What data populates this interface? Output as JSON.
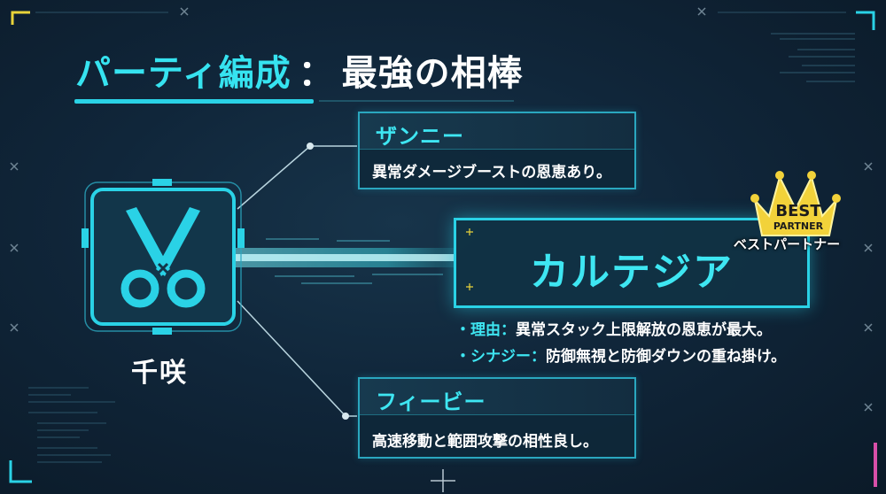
{
  "title": {
    "highlight": "パーティ編成",
    "separator": "：",
    "rest": "最強の相棒"
  },
  "character": {
    "name": "千咲",
    "icon": "scissors-icon"
  },
  "partners": [
    {
      "name": "ザンニー",
      "description": "異常ダメージブーストの恩恵あり。"
    },
    {
      "name": "フィービー",
      "description": "高速移動と範囲攻撃の相性良し。"
    }
  ],
  "best_partner": {
    "name": "カルテジア",
    "badge_line1": "BEST",
    "badge_line2": "PARTNER",
    "badge_jp": "ベストパートナー",
    "reason_key": "・理由：",
    "reason_text": "異常スタック上限解放の恩恵が最大。",
    "synergy_key": "・シナジー：",
    "synergy_text": "防御無視と防御ダウンの重ね掛け。"
  },
  "colors": {
    "accent": "#36e3f0",
    "background": "#0f2233",
    "gold": "#f2d23a",
    "pink": "#d94fa8"
  }
}
